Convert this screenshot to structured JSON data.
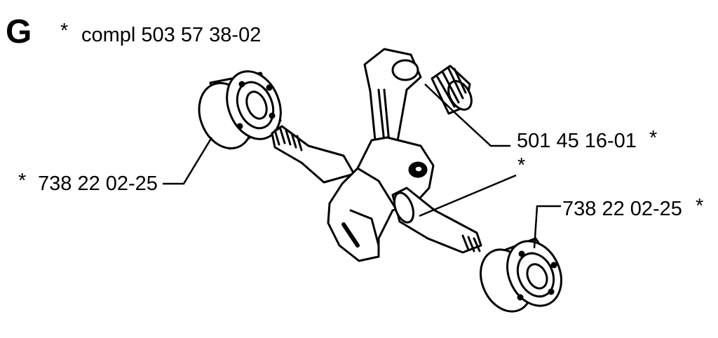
{
  "group": {
    "letter": "G",
    "marker": "*",
    "title": "compl 503 57 38-02"
  },
  "callouts": {
    "needle_bearing": {
      "part_number": "501 45 16-01",
      "marker": "*"
    },
    "crank_pin": {
      "marker": "*"
    },
    "left_bearing": {
      "marker": "*",
      "part_number": "738 22 02-25"
    },
    "right_bearing": {
      "part_number": "738 22 02-25",
      "marker": "*"
    }
  }
}
